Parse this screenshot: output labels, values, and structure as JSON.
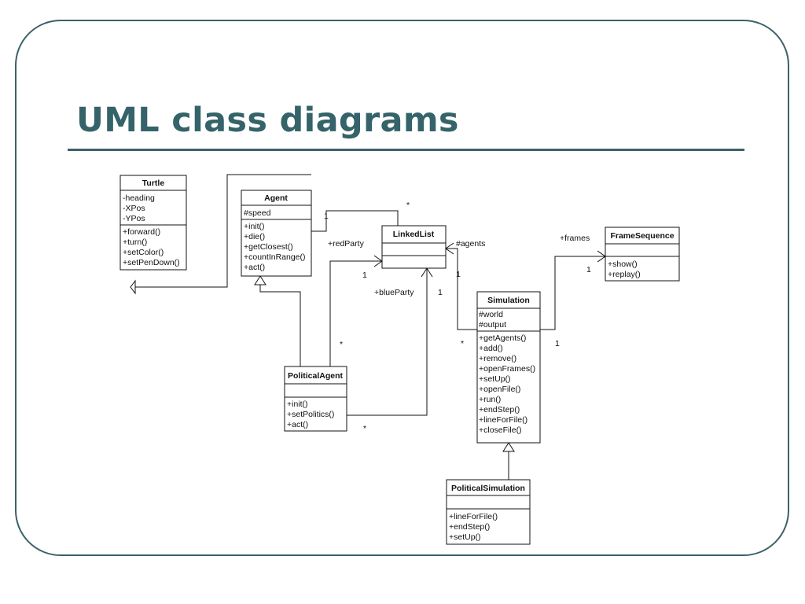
{
  "slide": {
    "title": "UML class diagrams",
    "accent_color": "#3c6168",
    "title_color": "#35636a"
  },
  "classes": {
    "turtle": {
      "name": "Turtle",
      "attributes": [
        "-heading",
        "-XPos",
        "-YPos"
      ],
      "operations": [
        "+forward()",
        "+turn()",
        "+setColor()",
        "+setPenDown()"
      ]
    },
    "agent": {
      "name": "Agent",
      "attributes": [
        "#speed"
      ],
      "operations": [
        "+init()",
        "+die()",
        "+getClosest()",
        "+countInRange()",
        "+act()"
      ]
    },
    "linked_list": {
      "name": "LinkedList",
      "attributes": [],
      "operations": []
    },
    "frame_sequence": {
      "name": "FrameSequence",
      "attributes": [],
      "operations": [
        "+show()",
        "+replay()"
      ]
    },
    "simulation": {
      "name": "Simulation",
      "attributes": [
        "#world",
        "#output"
      ],
      "operations": [
        "+getAgents()",
        "+add()",
        "+remove()",
        "+openFrames()",
        "+setUp()",
        "+openFile()",
        "+run()",
        "+endStep()",
        "+lineForFile()",
        "+closeFile()"
      ]
    },
    "political_agent": {
      "name": "PoliticalAgent",
      "attributes": [],
      "operations": [
        "+init()",
        "+setPolitics()",
        "+act()"
      ]
    },
    "political_simulation": {
      "name": "PoliticalSimulation",
      "attributes": [],
      "operations": [
        "+lineForFile()",
        "+endStep()",
        "+setUp()"
      ]
    }
  },
  "labels": {
    "agent_list_mult_agent": "1",
    "agent_list_mult_list": "*",
    "red_party": "+redParty",
    "red_party_mult_list": "1",
    "red_party_mult_agent": "*",
    "blue_party": "+blueParty",
    "blue_party_mult_list": "1",
    "blue_party_mult_agent": "*",
    "agents": "#agents",
    "agents_mult_list": "1",
    "agents_mult_sim": "*",
    "frames": "+frames",
    "frames_mult_fs": "1",
    "frames_mult_sim": "1"
  }
}
